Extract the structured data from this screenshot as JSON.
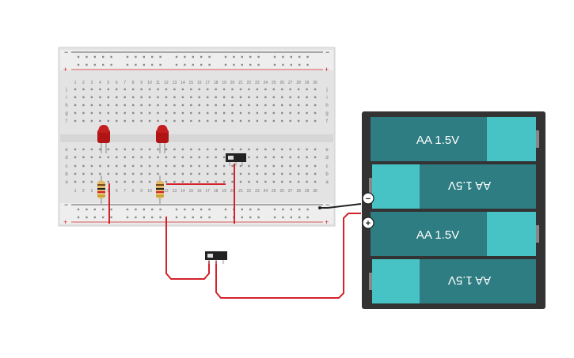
{
  "breadboard": {
    "columns": [
      "1",
      "2",
      "3",
      "4",
      "5",
      "6",
      "7",
      "8",
      "9",
      "10",
      "11",
      "12",
      "13",
      "14",
      "15",
      "16",
      "17",
      "18",
      "19",
      "20",
      "21",
      "22",
      "23",
      "24",
      "25",
      "26",
      "27",
      "28",
      "29",
      "30"
    ],
    "rows_top": [
      "j",
      "i",
      "h",
      "g",
      "f"
    ],
    "rows_bottom": [
      "e",
      "d",
      "c",
      "b",
      "a"
    ],
    "rail_minus": "−",
    "rail_plus": "+"
  },
  "battery": {
    "cell_label": "AA 1.5V",
    "terminal_minus": "−",
    "terminal_plus": "+",
    "case_color": "#333333",
    "cell_color": "#2e7d83",
    "cap_color": "#47c2c5"
  },
  "components": {
    "led_color": "#b01414",
    "wire_red": "#d3222a",
    "wire_black": "#222222"
  }
}
